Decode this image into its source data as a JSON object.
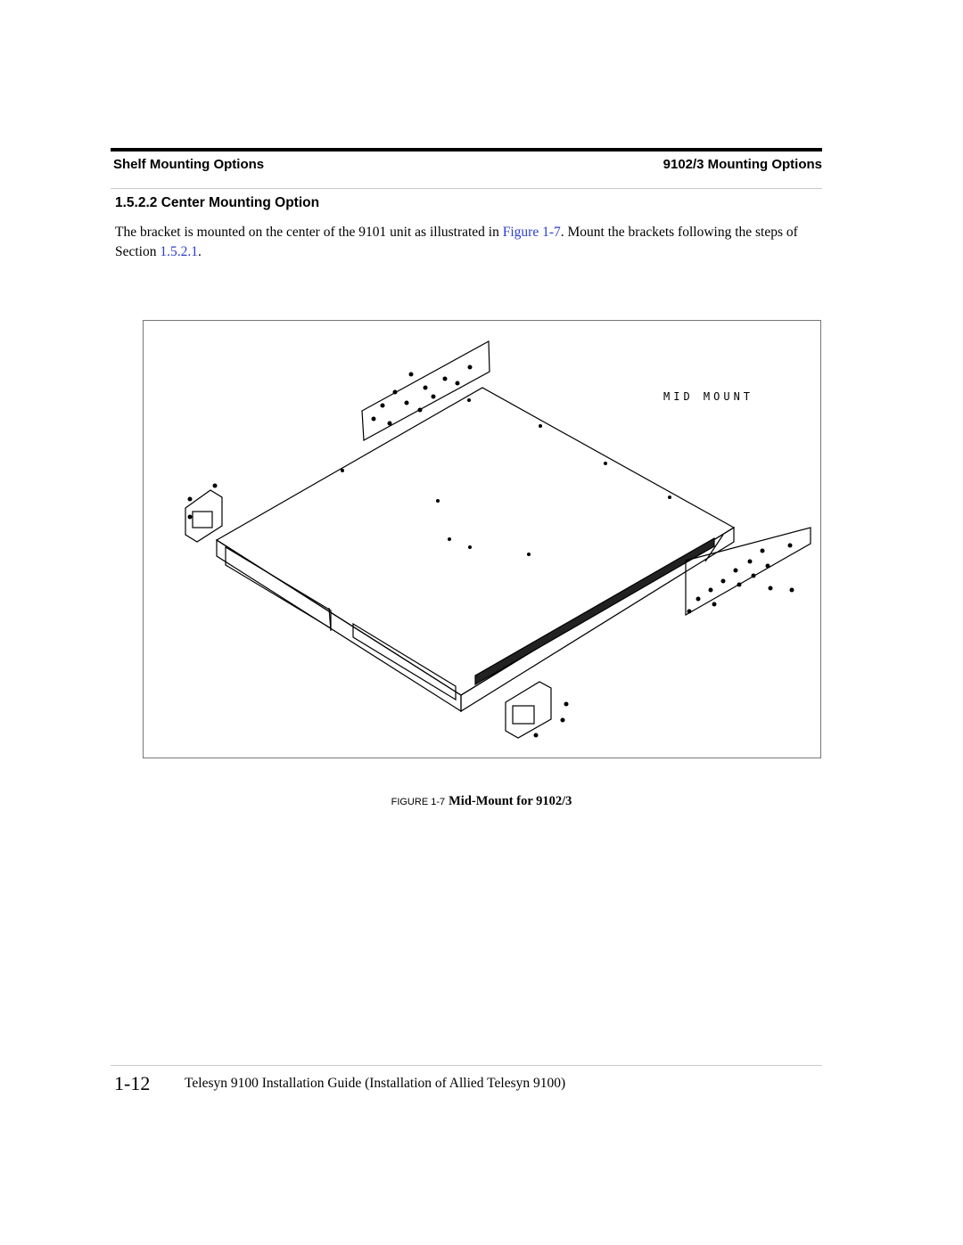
{
  "header": {
    "left": "Shelf Mounting Options",
    "right": "9102/3 Mounting Options"
  },
  "section": {
    "heading": "1.5.2.2 Center Mounting Option",
    "para_before_link": "The bracket is mounted on the center of the 9101 unit as illustrated in ",
    "figure_link": "Figure  1-7",
    "para_middle": ". Mount the brackets following the steps of Section ",
    "section_link": "1.5.2.1",
    "para_end": "."
  },
  "figure": {
    "label_in_drawing": "MID MOUNT",
    "caption_label": "FIGURE 1-7",
    "caption_text": "Mid-Mount for 9102/3"
  },
  "footer": {
    "page_number": "1-12",
    "title": "Telesyn 9100 Installation Guide (Installation of Allied Telesyn 9100)"
  },
  "colors": {
    "link": "#2a3fd0",
    "rule": "#000000"
  }
}
